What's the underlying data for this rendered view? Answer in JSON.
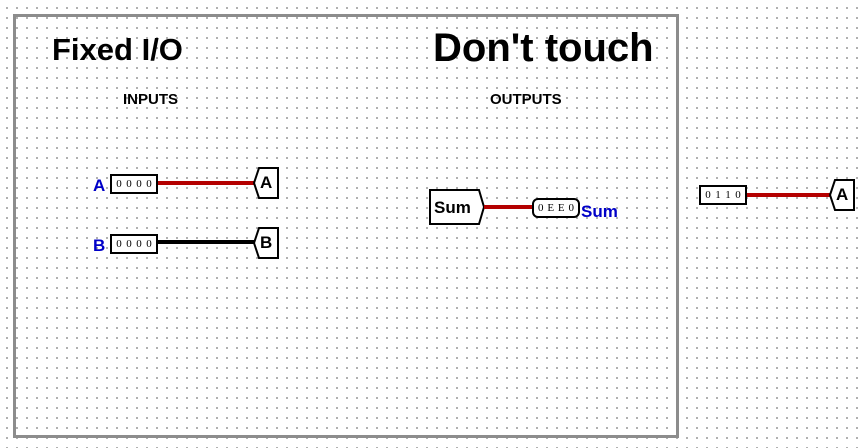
{
  "frame": {
    "title_left": "Fixed I/O",
    "title_right": "Don't touch",
    "inputs_heading": "INPUTS",
    "outputs_heading": "OUTPUTS"
  },
  "inputs": [
    {
      "label": "A",
      "bits": [
        "0",
        "0",
        "0",
        "0"
      ],
      "tunnel": "A",
      "wire": "red"
    },
    {
      "label": "B",
      "bits": [
        "0",
        "0",
        "0",
        "0"
      ],
      "tunnel": "B",
      "wire": "black"
    }
  ],
  "outputs": [
    {
      "tunnel": "Sum",
      "bits": [
        "0",
        "E",
        "E",
        "0"
      ],
      "label": "Sum",
      "wire": "red"
    }
  ],
  "outside": {
    "bits": [
      "0",
      "1",
      "1",
      "0"
    ],
    "tunnel": "A",
    "wire": "red"
  },
  "colors": {
    "frame_border": "#8c8c8c",
    "pin_label": "#0000c8",
    "wire_active": "#b40000",
    "wire_idle": "#000000",
    "grid_dot": "#9a9a9a"
  }
}
